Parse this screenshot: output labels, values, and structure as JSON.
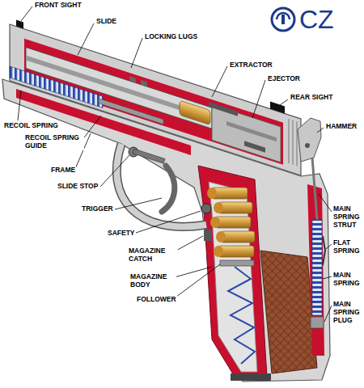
{
  "diagram": {
    "labels": [
      "FRONT SIGHT",
      "SLIDE",
      "LOCKING LUGS",
      "EXTRACTOR",
      "EJECTOR",
      "REAR SIGHT",
      "HAMMER",
      "RECOIL SPRING",
      "RECOIL SPRING GUIDE",
      "FRAME",
      "SLIDE STOP",
      "TRIGGER",
      "SAFETY",
      "MAGAZINE CATCH",
      "MAGAZINE BODY",
      "FOLLOWER",
      "MAIN SPRING STRUT",
      "FLAT SPRING",
      "MAIN SPRING",
      "MAIN SPRING PLUG",
      "CZ"
    ]
  }
}
